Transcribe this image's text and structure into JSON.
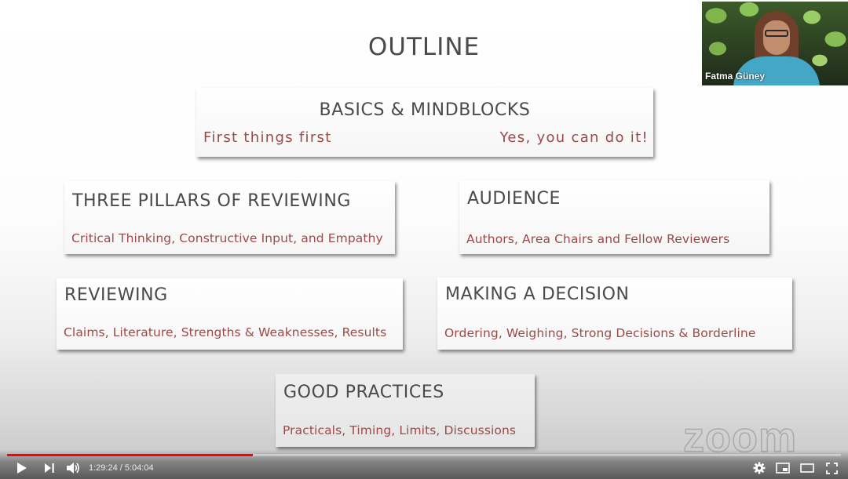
{
  "slide": {
    "title": "OUTLINE",
    "sections": {
      "basics": {
        "heading": "BASICS & MINDBLOCKS",
        "left_subtitle": "First things first",
        "right_subtitle": "Yes, you can do it!"
      },
      "pillars": {
        "heading": "THREE PILLARS OF REVIEWING",
        "subtitle": "Critical Thinking, Constructive Input, and Empathy"
      },
      "audience": {
        "heading": "AUDIENCE",
        "subtitle": "Authors, Area Chairs and Fellow Reviewers"
      },
      "reviewing": {
        "heading": "REVIEWING",
        "subtitle": "Claims, Literature, Strengths & Weaknesses, Results"
      },
      "decision": {
        "heading": "MAKING A DECISION",
        "subtitle": "Ordering, Weighing, Strong Decisions & Borderline"
      },
      "practices": {
        "heading": "GOOD PRACTICES",
        "subtitle": "Practicals, Timing, Limits, Discussions"
      }
    },
    "colors": {
      "heading": "#4a4a4a",
      "subtitle": "#9b4a47"
    }
  },
  "webcam": {
    "participant_name": "Fatma Güney"
  },
  "watermark": {
    "text": "zoom"
  },
  "player": {
    "current_time": "1:29:24",
    "separator": " / ",
    "duration": "5:04:04",
    "time_display": "1:29:24 / 5:04:04",
    "progress_percent": 29.5,
    "progress_color": "#ff0000",
    "icons": {
      "play": "play-icon",
      "next": "next-icon",
      "volume": "volume-icon",
      "settings": "gear-icon",
      "miniplayer": "miniplayer-icon",
      "theater": "theater-icon",
      "fullscreen": "fullscreen-icon"
    }
  }
}
